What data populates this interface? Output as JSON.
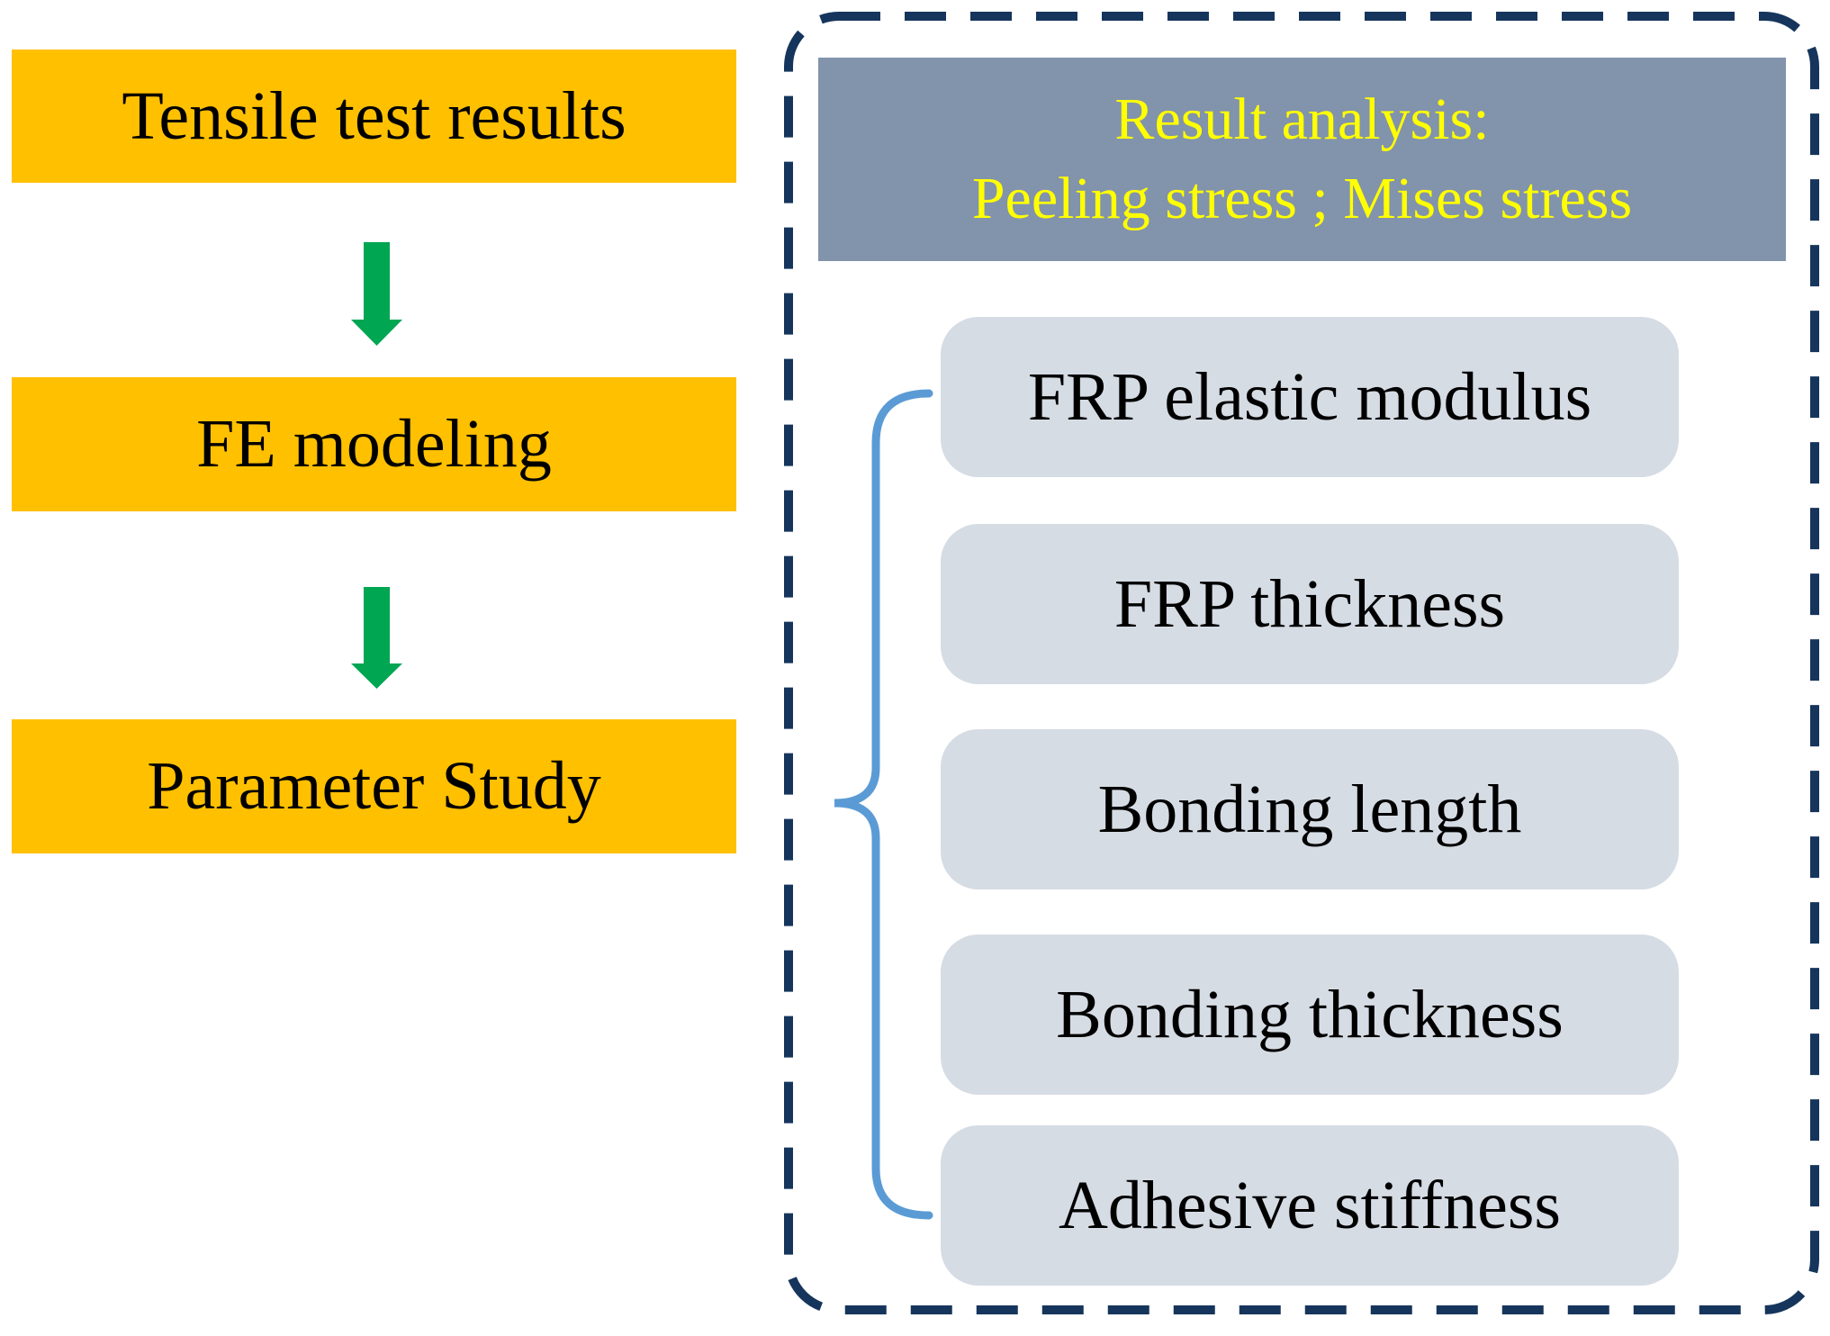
{
  "figure": {
    "flow_steps": [
      {
        "label": "Tensile test results"
      },
      {
        "label": "FE modeling"
      },
      {
        "label": "Parameter Study"
      }
    ],
    "analysis_header": {
      "line1": "Result analysis:",
      "line2": "Peeling stress ;  Mises stress"
    },
    "parameters": [
      {
        "label": "FRP elastic modulus"
      },
      {
        "label": "FRP thickness"
      },
      {
        "label": "Bonding length"
      },
      {
        "label": "Bonding thickness"
      },
      {
        "label": "Adhesive stiffness"
      }
    ],
    "colors": {
      "step_fill": "#FFC000",
      "arrow_green": "#00A651",
      "dashed_border": "#16355C",
      "header_fill": "#8293AC",
      "header_text": "#FFFF00",
      "parameter_fill": "#D6DCE4",
      "brace_blue": "#5B9BD5"
    }
  }
}
